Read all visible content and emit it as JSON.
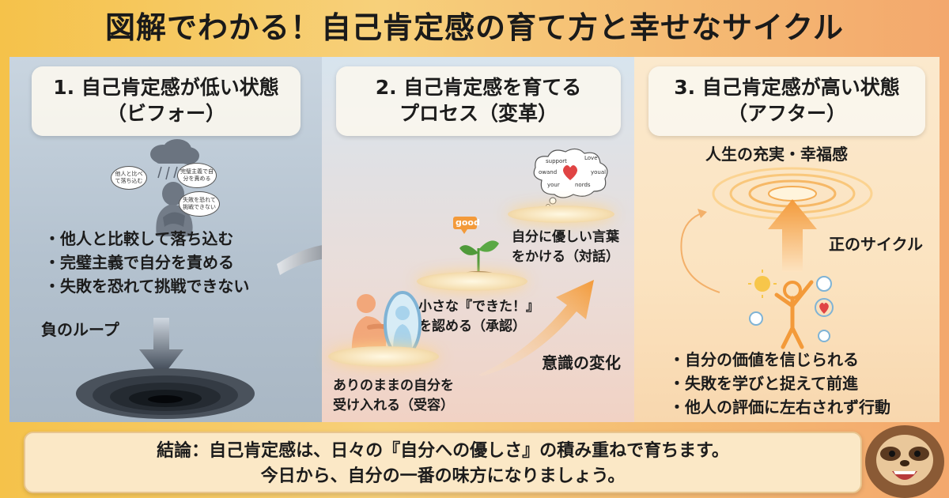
{
  "title": "図解でわかる！自己肯定感の育て方と幸せなサイクル",
  "panels": {
    "before": {
      "heading_line1": "1. 自己肯定感が低い状態",
      "heading_line2": "（ビフォー）",
      "bubbles": [
        "他人と比べて落ち込む",
        "完璧主義で自分を責める",
        "失敗を恐れて挑戦できない"
      ],
      "bullets": [
        "・他人と比較して落ち込む",
        "・完璧主義で自分を責める",
        "・失敗を恐れて挑戦できない"
      ],
      "loop_label": "負のループ"
    },
    "process": {
      "heading_line1": "2. 自己肯定感を育てる",
      "heading_line2": "プロセス（変革）",
      "step1_line1": "ありのままの自分を",
      "step1_line2": "受け入れる（受容）",
      "step2_line1": "小さな『できた！』",
      "step2_line2": "を認める（承認）",
      "step3_line1": "自分に優しい言葉",
      "step3_line2": "をかける（対話）",
      "good_label": "good",
      "cloud_words": [
        "support",
        "Love",
        "owand",
        "youal",
        "your",
        "nords"
      ],
      "change_label": "意識の変化"
    },
    "after": {
      "heading_line1": "3. 自己肯定感が高い状態",
      "heading_line2": "（アフター）",
      "fulfillment_label": "人生の充実・幸福感",
      "cycle_label": "正のサイクル",
      "bullets": [
        "・自分の価値を信じられる",
        "・失敗を学びと捉えて前進",
        "・他人の評価に左右されず行動"
      ]
    }
  },
  "conclusion": {
    "line1": "結論：自己肯定感は、日々の『自分への優しさ』の積み重ねで育ちます。",
    "line2": "今日から、自分の一番の味方になりましょう。"
  },
  "colors": {
    "accent_orange": "#f39a3a",
    "heart_red": "#e04444",
    "dark_arrow": "#3a4452",
    "plant_green": "#4f9a3a"
  }
}
